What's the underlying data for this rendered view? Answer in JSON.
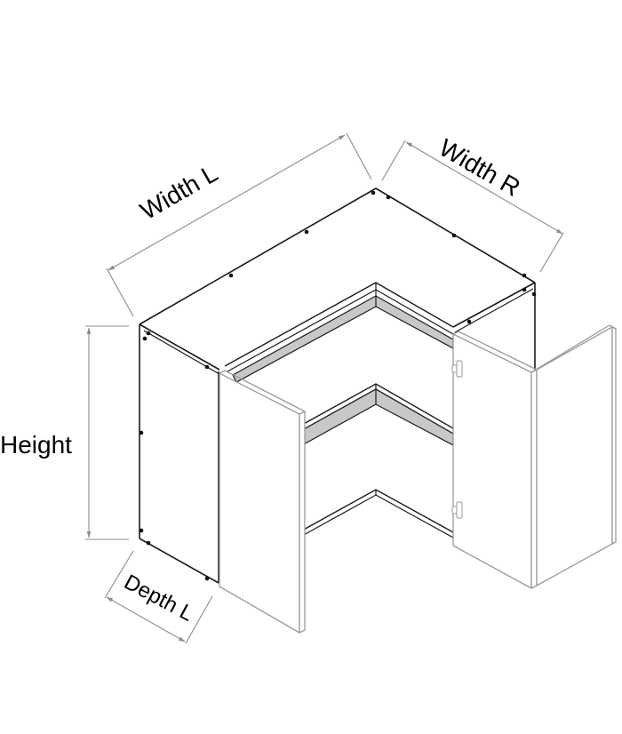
{
  "diagram": {
    "subject": "L-shaped corner wall cabinet with open doors",
    "colors": {
      "background": "#ffffff",
      "outline": "#1a1a1a",
      "door_outline": "#9a9a9a",
      "dimension_line": "#8c8c8c",
      "shelf_shade": "#c8c8c8",
      "label": "#000000"
    },
    "dimensions": {
      "width_l": {
        "label": "Width L"
      },
      "width_r": {
        "label": "Width R"
      },
      "height": {
        "label": "Height"
      },
      "depth_l": {
        "label": "Depth L"
      }
    },
    "components": {
      "shelves": 3,
      "doors": 2,
      "hinges_on_right_door": 2
    }
  }
}
